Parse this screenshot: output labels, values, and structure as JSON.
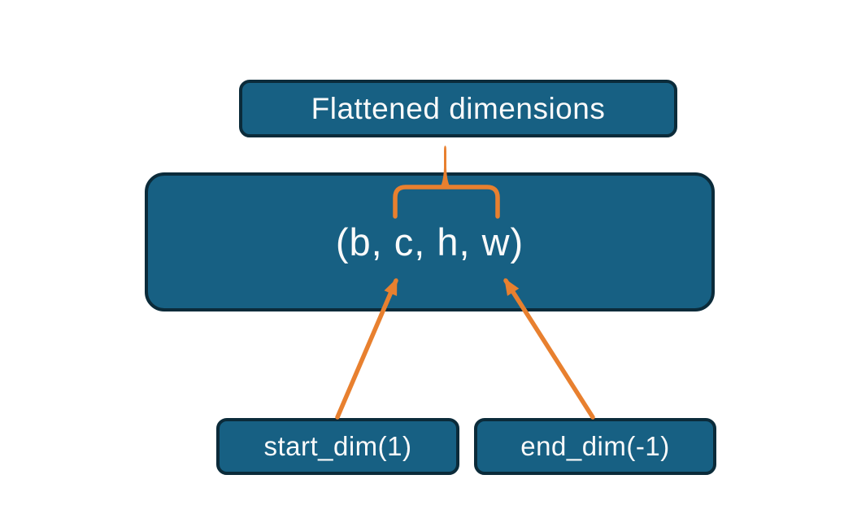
{
  "diagram": {
    "nodes": {
      "flattened_label": "Flattened dimensions",
      "tensor_shape": "(b, c, h, w)",
      "start_dim_label": "start_dim(1)",
      "end_dim_label": "end_dim(-1)"
    },
    "connectors": [
      {
        "name": "brace-stem",
        "from": "flattened-dimensions-box",
        "to": "curly-brace"
      },
      {
        "name": "curly-brace",
        "spans": "c and h dimensions of (b, c, h, w)"
      },
      {
        "name": "start-dim-arrow",
        "from": "start_dim(1)",
        "points_to": "c"
      },
      {
        "name": "end-dim-arrow",
        "from": "end_dim(-1)",
        "points_to": "w"
      }
    ],
    "colors": {
      "box_fill": "#176083",
      "box_border": "#0b2b3a",
      "accent_orange": "#e8802f",
      "text": "#fafafa",
      "background": "#ffffff"
    }
  }
}
